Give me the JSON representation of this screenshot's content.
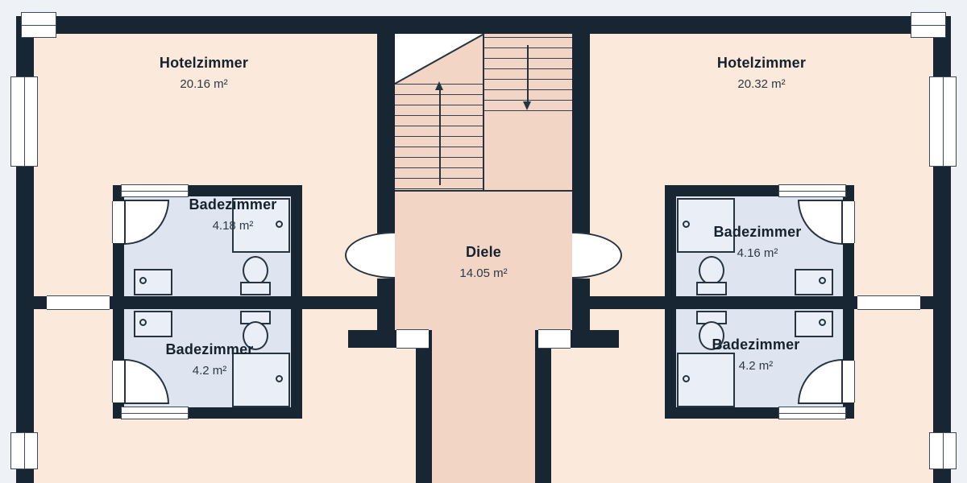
{
  "floorplan": {
    "rooms": {
      "hotel_left": {
        "name": "Hotelzimmer",
        "area": "20.16 m²"
      },
      "hotel_right": {
        "name": "Hotelzimmer",
        "area": "20.32 m²"
      },
      "hall": {
        "name": "Diele",
        "area": "14.05 m²"
      },
      "bath_left_top": {
        "name": "Badezimmer",
        "area": "4.18 m²"
      },
      "bath_left_bottom": {
        "name": "Badezimmer",
        "area": "4.2 m²"
      },
      "bath_right_top": {
        "name": "Badezimmer",
        "area": "4.16 m²"
      },
      "bath_right_bottom": {
        "name": "Badezimmer",
        "area": "4.2 m²"
      }
    },
    "colors": {
      "wall": "#182633",
      "room_floor": "#fbe9dc",
      "hall_floor": "#f2d5c4",
      "bathroom_floor": "#dee4f0",
      "background": "#eef1f6",
      "text": "#15222e"
    }
  }
}
